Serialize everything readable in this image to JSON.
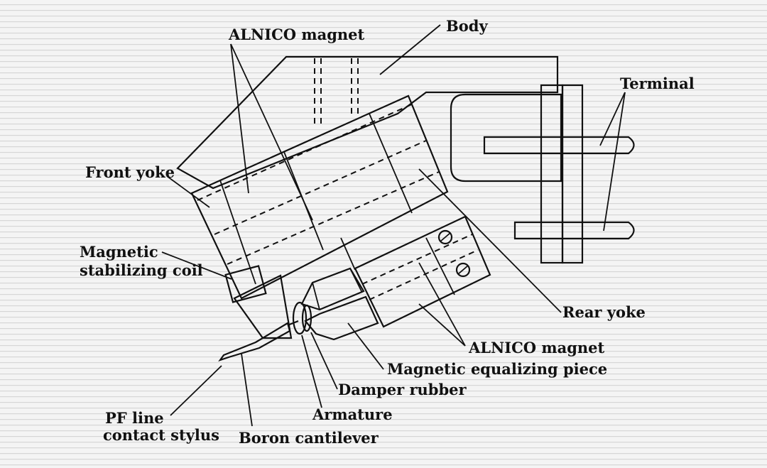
{
  "diagram": {
    "labels": {
      "alnico_top": "ALNICO magnet",
      "body": "Body",
      "terminal": "Terminal",
      "front_yoke": "Front yoke",
      "stab_coil_1": "Magnetic",
      "stab_coil_2": "stabilizing coil",
      "rear_yoke": "Rear yoke",
      "alnico_bottom": "ALNICO magnet",
      "equalizing": "Magnetic equalizing piece",
      "damper": "Damper rubber",
      "armature": "Armature",
      "stylus_1": "PF line",
      "stylus_2": "contact stylus",
      "cantilever": "Boron cantilever"
    },
    "colors": {
      "background": "#f4f4f4",
      "stripe": "#d6d6d6",
      "magnet": "#a9d9ec",
      "pole_piece": "#8fdc8a",
      "coil": "#d6a15a",
      "outline": "#111111"
    }
  }
}
